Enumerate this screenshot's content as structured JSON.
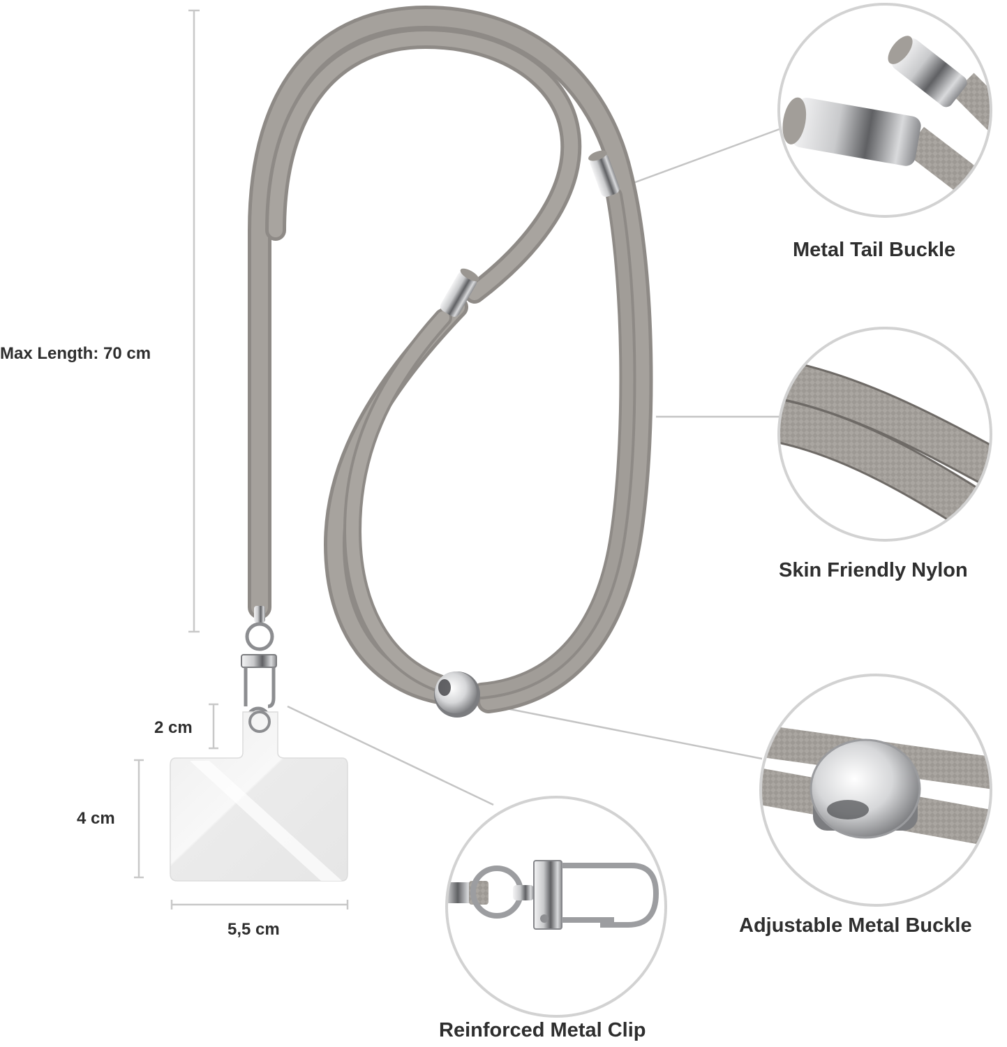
{
  "colors": {
    "background": "#ffffff",
    "cord": "#9a9691",
    "cord_dark": "#7f7b77",
    "cord_light": "#b3afaa",
    "metal": "#c9cacc",
    "metal_dark": "#6f7073",
    "dimension_line": "#c8c8c8",
    "callout_line": "#c4c4c4",
    "circle_border": "#d2d2d2",
    "text": "#2e2e2e"
  },
  "dimensions": {
    "max_length": "Max Length: 70 cm",
    "tab_height": "2 cm",
    "card_height": "4 cm",
    "card_width": "5,5 cm"
  },
  "callouts": [
    {
      "id": "metal-tail-buckle",
      "label": "Metal Tail Buckle"
    },
    {
      "id": "skin-friendly-nylon",
      "label": "Skin Friendly Nylon"
    },
    {
      "id": "adjustable-metal-buckle",
      "label": "Adjustable Metal Buckle"
    },
    {
      "id": "reinforced-metal-clip",
      "label": "Reinforced Metal Clip"
    }
  ]
}
